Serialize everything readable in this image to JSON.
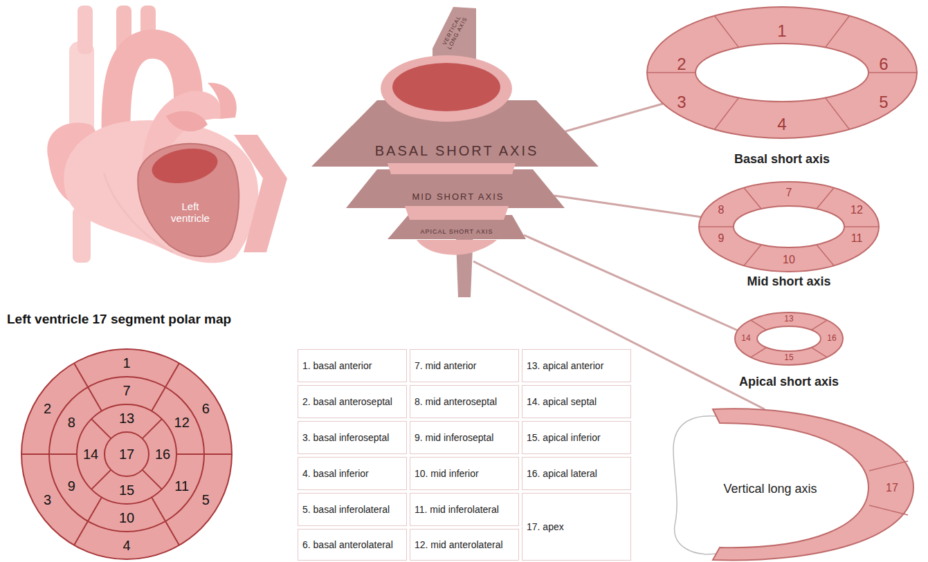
{
  "diagram": {
    "nodes": [
      {
        "text": [
          "Left ventricle"
        ]
      },
      {
        "text": [
          "VERTICAL LONG AXIS"
        ]
      },
      {
        "text": [
          "BASAL SHORT AXIS"
        ]
      },
      {
        "text": [
          "MID SHORT AXIS"
        ]
      },
      {
        "text": [
          "APICAL SHORT AXIS"
        ]
      },
      {
        "text": [
          "1",
          "2",
          "3",
          "4",
          "5",
          "6",
          "Basal short axis"
        ]
      },
      {
        "text": [
          "7",
          "8",
          "9",
          "10",
          "11",
          "12",
          "Mid short axis"
        ]
      },
      {
        "text": [
          "13",
          "14",
          "15",
          "16",
          "Apical short axis"
        ]
      },
      {
        "text": [
          "Vertical long axis",
          "17"
        ]
      },
      {
        "text": [
          "Left ventricle 17 segment polar map",
          "1",
          "2",
          "3",
          "4",
          "5",
          "6",
          "7",
          "8",
          "9",
          "10",
          "11",
          "12",
          "13",
          "14",
          "15",
          "16",
          "17"
        ]
      }
    ],
    "edges": [
      {
        "from": 2,
        "to": 5,
        "arrow": "none"
      },
      {
        "from": 3,
        "to": 6,
        "arrow": "none"
      },
      {
        "from": 4,
        "to": 7,
        "arrow": "none"
      },
      {
        "from": 1,
        "to": 8,
        "arrow": "none"
      }
    ],
    "labels": [
      "1. basal anterior",
      "7. mid anterior",
      "13. apical anterior",
      "2. basal anteroseptal",
      "8. mid anteroseptal",
      "14. apical septal",
      "3. basal inferoseptal",
      "9. mid inferoseptal",
      "15. apical inferior",
      "4. basal inferior",
      "10. mid inferior",
      "16. apical lateral",
      "5. basal inferolateral",
      "11. mid inferolateral",
      "17. apex",
      "6. basal anterolateral",
      "12. mid anterolateral"
    ]
  }
}
